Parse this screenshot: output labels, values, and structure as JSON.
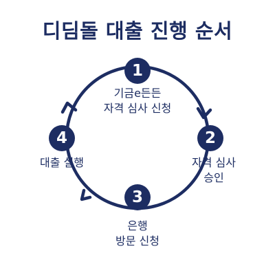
{
  "title": "디딤돌 대출 진행 순서",
  "colors": {
    "primary": "#1d2d62",
    "background": "#ffffff"
  },
  "steps": [
    {
      "number": "1",
      "lines": [
        "기금e든든",
        "자격 심사 신청"
      ]
    },
    {
      "number": "2",
      "lines": [
        "자격 심사",
        "승인"
      ]
    },
    {
      "number": "3",
      "lines": [
        "은행",
        "방문 신청"
      ]
    },
    {
      "number": "4",
      "lines": [
        "대출 실행"
      ]
    }
  ]
}
